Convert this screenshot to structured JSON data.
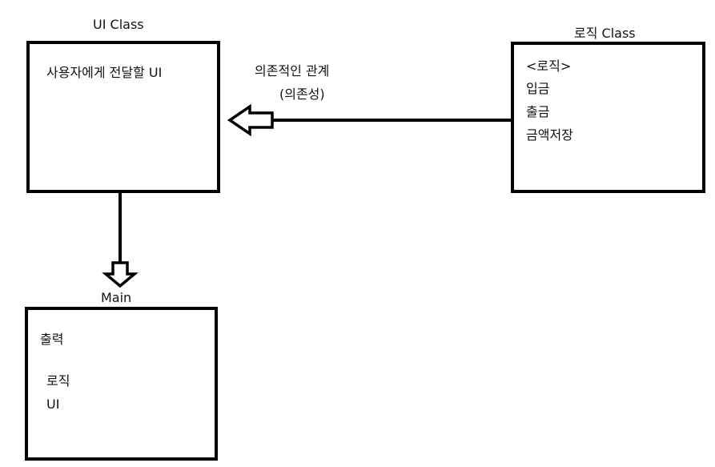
{
  "ui_class": {
    "title": "UI Class",
    "content": "사용자에게 전달할 UI"
  },
  "logic_class": {
    "title": "로직 Class",
    "items": [
      "<로직>",
      "입금",
      "출금",
      "금액저장"
    ]
  },
  "main": {
    "title": "Main",
    "items": [
      "출력",
      "로직",
      "UI"
    ]
  },
  "dependency": {
    "label": "의존적인 관계",
    "sublabel": "(의존성)"
  },
  "colors": {
    "stroke": "#000000",
    "background": "#ffffff",
    "text": "#111111"
  }
}
